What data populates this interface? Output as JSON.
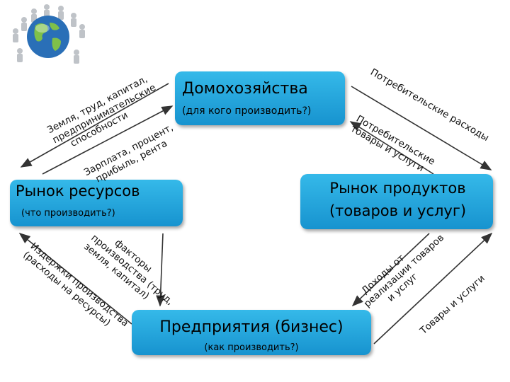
{
  "boxes": {
    "households": {
      "title": "Домохозяйства",
      "subtitle": "(для кого производить?)"
    },
    "resources": {
      "title": "Рынок ресурсов",
      "subtitle": "(что производить?)"
    },
    "products": {
      "title": "Рынок продуктов",
      "subtitle": "(товаров и услуг)"
    },
    "firms": {
      "title": "Предприятия (бизнес)",
      "subtitle": "(как производить?)"
    }
  },
  "flows": {
    "upper_left_outer": [
      "Земля, труд, капитал,",
      "предпринимательские",
      "способности"
    ],
    "upper_left_inner": [
      "Зарплата, процент,",
      "прибыль, рента"
    ],
    "upper_right_outer": [
      "Потребительские расходы"
    ],
    "upper_right_inner": [
      "Потребительские",
      "товары и услуги"
    ],
    "lower_left_inner": [
      "факторы",
      "производства (труд,",
      "земля, капитал)"
    ],
    "lower_left_outer": [
      "Издержки производства",
      "(расходы на ресурсы)"
    ],
    "lower_right_inner": [
      "Доходы от",
      "реализации товаров",
      "и услуг"
    ],
    "lower_right_outer": [
      "Товары и услуги"
    ]
  },
  "icons": {
    "globe": "globe-with-people-icon"
  },
  "colors": {
    "box_fill": "#1e9fd8",
    "arrow": "#333333"
  }
}
